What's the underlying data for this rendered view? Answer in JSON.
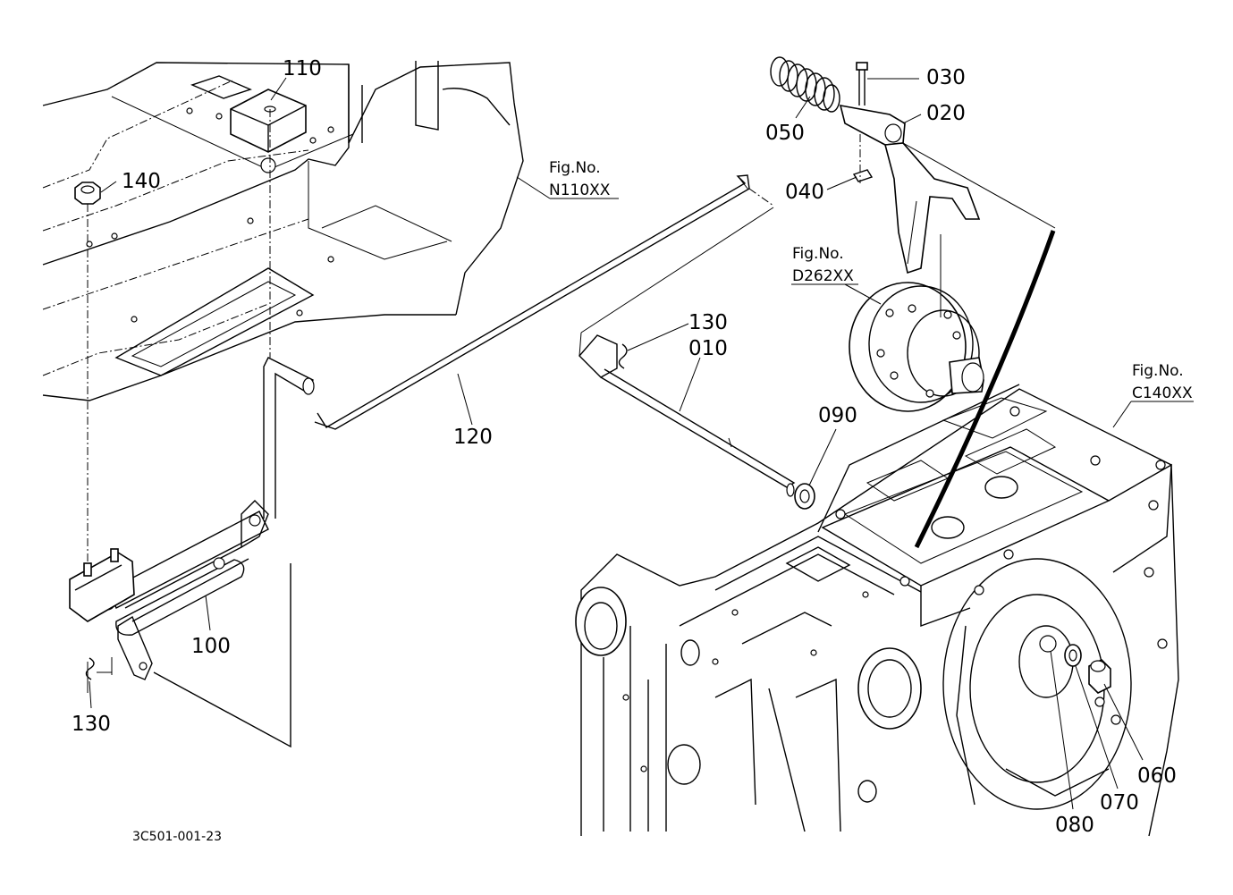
{
  "parts": {
    "p110": "110",
    "p030": "030",
    "p020": "020",
    "p050": "050",
    "p140": "140",
    "p040": "040",
    "p130_top": "130",
    "p010": "010",
    "p090": "090",
    "p120": "120",
    "p100": "100",
    "p130_bottom": "130",
    "p060": "060",
    "p070": "070",
    "p080": "080"
  },
  "figure_refs": {
    "n110": {
      "label": "Fig.No.",
      "number": "N110XX"
    },
    "d262": {
      "label": "Fig.No.",
      "number": "D262XX"
    },
    "c140": {
      "label": "Fig.No.",
      "number": "C140XX"
    }
  },
  "drawing_number": "3C501-001-23"
}
